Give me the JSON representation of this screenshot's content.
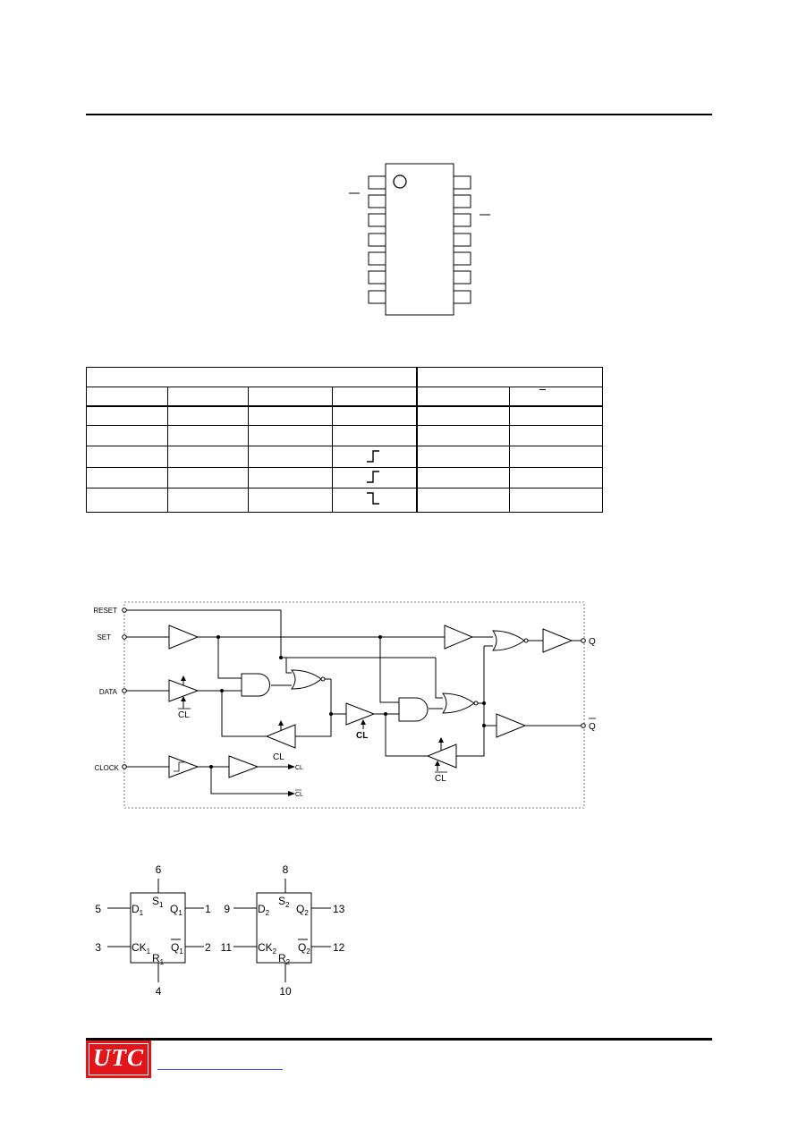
{
  "page": {
    "rule_color": "#000000"
  },
  "pin_diagram": {
    "pin_count": 14
  },
  "truth_table": {
    "columns": 6,
    "rows": 6
  },
  "logic_diagram": {
    "labels": {
      "reset": "RESET",
      "set": "SET",
      "data": "DATA",
      "clock": "CLOCK",
      "q": "Q",
      "q_bar": "Q",
      "cl_bar": "CL",
      "cl": "CL"
    }
  },
  "logic_symbol": {
    "ff1": {
      "s": "S",
      "s_sub": "1",
      "d": "D",
      "d_sub": "1",
      "q": "Q",
      "q_sub": "1",
      "ck": "CK",
      "ck_sub": "1",
      "qbar": "Q",
      "qbar_sub": "1",
      "r": "R",
      "r_sub": "1",
      "pins": {
        "s": "6",
        "d": "5",
        "q": "1",
        "ck": "3",
        "qbar": "2",
        "r": "4"
      }
    },
    "ff2": {
      "s": "S",
      "s_sub": "2",
      "d": "D",
      "d_sub": "2",
      "q": "Q",
      "q_sub": "2",
      "ck": "CK",
      "ck_sub": "2",
      "qbar": "Q",
      "qbar_sub": "2",
      "r": "R",
      "r_sub": "2",
      "pins": {
        "s": "8",
        "d": "9",
        "q": "13",
        "ck": "11",
        "qbar": "12",
        "r": "10"
      }
    }
  },
  "footer": {
    "logo_text": "UTC",
    "logo_color": "#e2151b",
    "link_color": "#1f3fd6"
  }
}
